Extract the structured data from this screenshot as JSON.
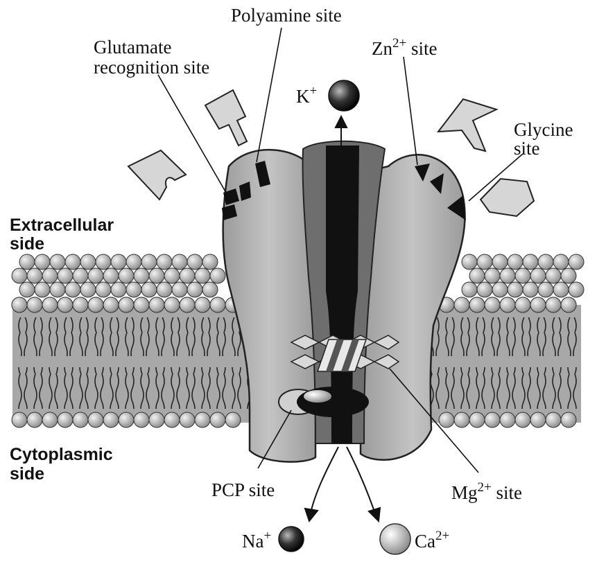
{
  "labels": {
    "polyamine": "Polyamine site",
    "glutamate_line1": "Glutamate",
    "glutamate_line2": "recognition site",
    "zn_base": "Zn",
    "zn_sup": "2+",
    "zn_rest": " site",
    "glycine_line1": "Glycine",
    "glycine_line2": "site",
    "extracellular_line1": "Extracellular",
    "extracellular_line2": "side",
    "cytoplasmic_line1": "Cytoplasmic",
    "cytoplasmic_line2": "side",
    "pcp": "PCP site",
    "mg_base": "Mg",
    "mg_sup": "2+",
    "mg_rest": " site",
    "k_base": "K",
    "k_sup": "+",
    "na_base": "Na",
    "na_sup": "+",
    "ca_base": "Ca",
    "ca_sup": "2+"
  },
  "colors": {
    "membrane_band": "#9a9a9a",
    "lipid_head": "#c8c8c8",
    "channel_body": "#b0b0b0",
    "channel_pore": "#1a1a1a",
    "ligand": "#d6d6d6"
  }
}
